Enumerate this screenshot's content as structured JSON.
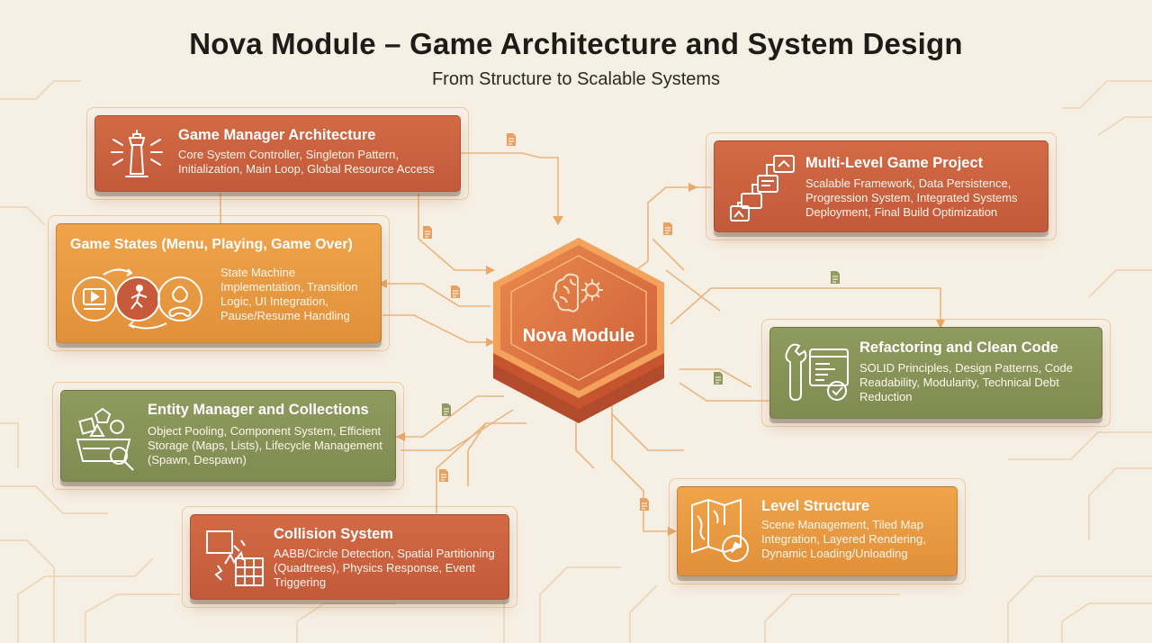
{
  "header": {
    "title": "Nova Module – Game Architecture and System Design",
    "subtitle": "From Structure to Scalable Systems"
  },
  "hub": {
    "label": "Nova Module",
    "icon": "brain-gear-icon"
  },
  "colors": {
    "background": "#f6efe4",
    "red": "#c95f3e",
    "orange": "#e89a42",
    "green": "#87925a",
    "circuit": "#ebc9a0"
  },
  "cards": {
    "game_manager": {
      "title": "Game Manager Architecture",
      "desc": "Core System Controller, Singleton Pattern, Initialization, Main Loop, Global Resource Access",
      "icon": "control-tower-icon"
    },
    "game_states": {
      "title": "Game States (Menu, Playing, Game Over)",
      "desc": "State Machine Implementation, Transition Logic, UI Integration, Pause/Resume Handling",
      "icon": "state-cycle-icon"
    },
    "entity_manager": {
      "title": "Entity Manager and Collections",
      "desc": "Object Pooling, Component System, Efficient Storage (Maps, Lists), Lifecycle Management (Spawn, Despawn)",
      "icon": "shapes-basket-icon"
    },
    "collision": {
      "title": "Collision System",
      "desc": "AABB/Circle Detection, Spatial Partitioning (Quadtrees), Physics Response, Event Triggering",
      "icon": "collision-grid-icon"
    },
    "multi_level": {
      "title": "Multi-Level Game Project",
      "desc": "Scalable Framework, Data Persistence, Progression System, Integrated Systems Deployment, Final Build Optimization",
      "icon": "level-flow-icon"
    },
    "refactoring": {
      "title": "Refactoring and Clean Code",
      "desc": "SOLID Principles, Design Patterns, Code Readability, Modularity, Technical Debt Reduction",
      "icon": "wrench-code-icon"
    },
    "level_structure": {
      "title": "Level Structure",
      "desc": "Scene Management, Tiled Map Integration, Layered Rendering, Dynamic Loading/Unloading",
      "icon": "map-compass-icon"
    }
  }
}
